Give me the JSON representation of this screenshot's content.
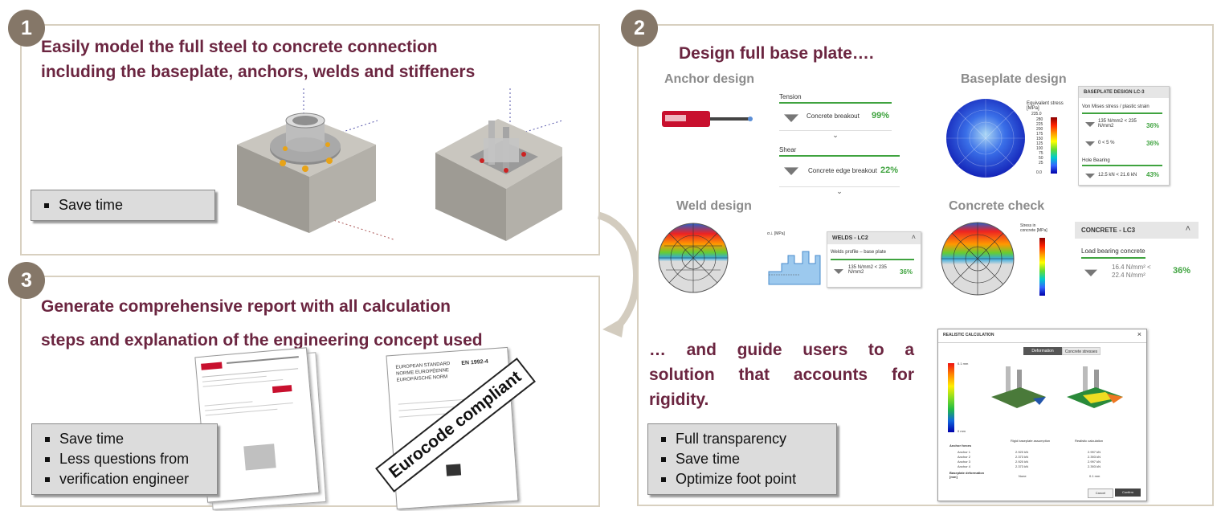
{
  "steps": [
    {
      "number": "1",
      "heading_line1": "Easily model the full steel to concrete connection",
      "heading_line2": "including the baseplate, anchors, welds and stiffeners",
      "bullets": [
        "Save time"
      ]
    },
    {
      "number": "2",
      "heading": "Design full base plate….",
      "body_line1": "… and guide users to a",
      "body_line2": "solution that accounts for",
      "body_line3": "rigidity.",
      "bullets": [
        "Full transparency",
        "Save time",
        "Optimize foot point"
      ]
    },
    {
      "number": "3",
      "heading_line1": "Generate comprehensive report with all calculation",
      "heading_line2": "steps and explanation of the engineering concept used",
      "bullets": [
        "Save time",
        "Less questions from",
        "verification engineer"
      ]
    }
  ],
  "anchor_design": {
    "title": "Anchor design",
    "tension_label": "Tension",
    "tension_item": "Concrete breakout",
    "tension_value": "99%",
    "shear_label": "Shear",
    "shear_item": "Concrete edge breakout",
    "shear_value": "22%"
  },
  "baseplate_design": {
    "title": "Baseplate design",
    "card_title": "BASEPLATE DESIGN LC-3",
    "legend_title": "Equivalent stress [MPa]",
    "legend_values": [
      "235.0",
      "280",
      "225",
      "200",
      "175",
      "150",
      "125",
      "100",
      "75",
      "50",
      "25",
      "0.0"
    ],
    "section": "Von Mises stress / plastic strain",
    "row1_text": "135 N/mm2 < 235 N/mm2",
    "row1_value": "36%",
    "row2_text": "0 < 5 %",
    "row2_value": "36%",
    "section2": "Hole Bearing",
    "row3_text": "12.5 kN < 21.6 kN",
    "row3_value": "43%"
  },
  "weld_design": {
    "title": "Weld design",
    "card_title": "WELDS - LC2",
    "section": "Welds profile – base plate",
    "row_text": "135 N/mm2 < 235 N/mm2",
    "row_value": "36%",
    "axis_label": "σ⊥ [MPa]"
  },
  "concrete_check": {
    "title": "Concrete check",
    "card_title": "CONCRETE - LC3",
    "legend_title": "Stress in concrete [MPa]",
    "section": "Load bearing concrete",
    "row_text_1": "16.4 N/mm² <",
    "row_text_2": "22.4 N/mm²",
    "row_value": "36%"
  },
  "realistic": {
    "title": "REALISTIC CALCULATION",
    "tab1": "Deformation",
    "tab2": "Concrete stresses",
    "legend_top": "0.1 mm",
    "legend_bottom": "0 mm",
    "col1": "Rigid baseplate assumption",
    "col2": "Realistic calculation",
    "group_label": "Anchor forces",
    "rows": [
      {
        "label": "Anchor 1",
        "v1": "2.920 kN",
        "v2": "2.997 kN"
      },
      {
        "label": "Anchor 2",
        "v1": "2.373 kN",
        "v2": "2.393 kN"
      },
      {
        "label": "Anchor 3",
        "v1": "2.920 kN",
        "v2": "2.997 kN"
      },
      {
        "label": "Anchor 4",
        "v1": "2.373 kN",
        "v2": "2.393 kN"
      }
    ],
    "deform_label": "Baseplate deformation [mm]",
    "deform_v1": "None",
    "deform_v2": "0.1 mm",
    "cancel": "Cancel",
    "confirm": "Confirm"
  },
  "report": {
    "stamp": "Eurocode compliant",
    "doc_code": "EN 1992-4",
    "doc_lines": [
      "EUROPEAN STANDARD",
      "NORME EUROPÉENNE",
      "EUROPÄISCHE NORM"
    ]
  },
  "colors": {
    "heading": "#6b2540",
    "badge": "#857768",
    "border": "#d8d0c0",
    "accent": "#3fa33f",
    "hilti_red": "#c8102e"
  }
}
